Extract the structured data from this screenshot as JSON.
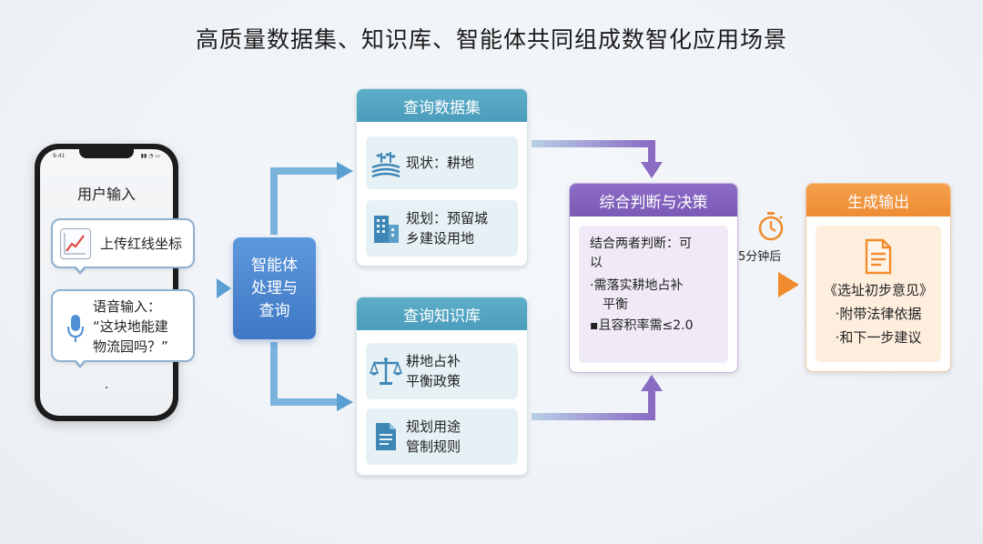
{
  "title": "高质量数据集、知识库、智能体共同组成数智化应用场景",
  "phone": {
    "status_time": "9:41",
    "heading": "用户输入",
    "upload": {
      "icon": "line-chart-icon",
      "label": "上传红线坐标"
    },
    "voice": {
      "icon": "microphone-icon",
      "label": "语音输入：",
      "line1": "“这块地能建",
      "line2": "物流园吗？”"
    }
  },
  "agent": {
    "line1": "智能体",
    "line2": "处理与",
    "line3": "查询"
  },
  "dataset_card": {
    "title": "查询数据集",
    "items": [
      {
        "icon": "farmland-icon",
        "line1": "现状：耕地",
        "line2": ""
      },
      {
        "icon": "building-icon",
        "line1": "规划：预留城",
        "line2": "乡建设用地"
      }
    ]
  },
  "knowledge_card": {
    "title": "查询知识库",
    "items": [
      {
        "icon": "scales-icon",
        "line1": "耕地占补",
        "line2": "平衡政策"
      },
      {
        "icon": "document-icon",
        "line1": "规划用途",
        "line2": "管制规则"
      }
    ]
  },
  "decision_card": {
    "title": "综合判断与决策",
    "line1": "结合两者判断：可",
    "line2": "以",
    "bullet1_a": "·需落实耕地占补",
    "bullet1_b": "平衡",
    "bullet2": "▪且容积率需≤2.0"
  },
  "timer": {
    "icon": "stopwatch-icon",
    "label": "5分钟后"
  },
  "output_card": {
    "title": "生成输出",
    "icon": "document-icon",
    "line1": "《选址初步意见》",
    "line2": "·附带法律依据",
    "line3": "·和下一步建议"
  },
  "colors": {
    "blue_arrow": "#6aaad6",
    "purple_arrow": "#8a6cc4",
    "orange_arrow": "#f29a44",
    "agent": "#4a83cc",
    "teal_header": "#4fa1bf",
    "purple_header": "#7d5cb8",
    "orange_header": "#f0923a"
  }
}
